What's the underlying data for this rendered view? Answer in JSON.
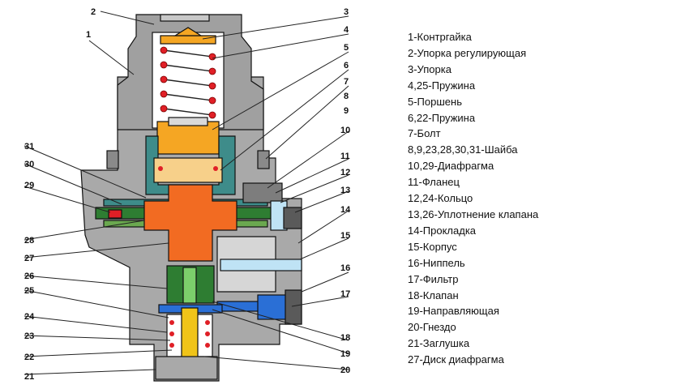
{
  "legend": [
    "1-Контргайка",
    "2-Упорка регулирующая",
    "3-Упорка",
    "4,25-Пружина",
    "5-Поршень",
    "6,22-Пружина",
    "7-Болт",
    "8,9,23,28,30,31-Шайба",
    "10,29-Диафрагма",
    "11-Фланец",
    "12,24-Кольцо",
    "13,26-Уплотнение клапана",
    "14-Прокладка",
    "15-Корпус",
    "16-Ниппель",
    "17-Фильтр",
    "18-Клапан",
    "19-Направляющая",
    "20-Гнездо",
    "21-Заглушка",
    "27-Диск диафрагма"
  ],
  "callouts": [
    "1",
    "2",
    "3",
    "4",
    "5",
    "6",
    "7",
    "8",
    "9",
    "10",
    "11",
    "12",
    "13",
    "14",
    "15",
    "16",
    "17",
    "18",
    "19",
    "20",
    "21",
    "22",
    "23",
    "24",
    "25",
    "26",
    "27",
    "28",
    "29",
    "30",
    "31"
  ],
  "colors": {
    "body_gray": "#a9a9a9",
    "dark_gray": "#7d7d7d",
    "light_gray": "#c8c8c8",
    "piston_orange": "#f5a623",
    "diaphragm_orange": "#f26b22",
    "spring_red": "#e01f26",
    "teal": "#3e8c8a",
    "green": "#2e7d32",
    "yellow": "#f0c419",
    "blue": "#2a6fd6",
    "light_blue": "#bfe3f5"
  }
}
